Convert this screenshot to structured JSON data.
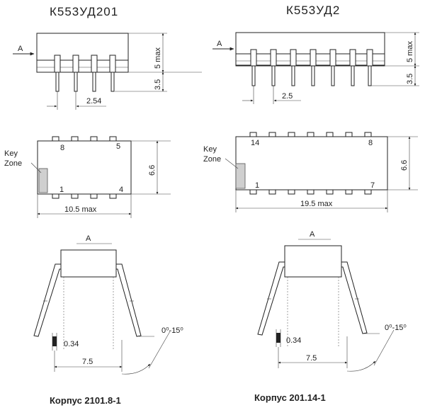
{
  "left": {
    "title": "К553УД201",
    "side": {
      "view_marker": "A",
      "body_height": "5 max",
      "lead_length": "3.5",
      "pitch": "2.54"
    },
    "top": {
      "key_label_line1": "Key",
      "key_label_line2": "Zone",
      "pin_top_left": "8",
      "pin_top_right": "5",
      "pin_bottom_left": "1",
      "pin_bottom_right": "4",
      "width": "6.6",
      "length": "10.5 max"
    },
    "end": {
      "view_marker": "A",
      "lead_thickness": "0.34",
      "row_spacing": "7.5",
      "angle": "0⁰-15⁰"
    },
    "caption": "Корпус 2101.8-1"
  },
  "right": {
    "title": "К553УД2",
    "side": {
      "view_marker": "A",
      "body_height": "5 max",
      "lead_length": "3.5",
      "pitch": "2.5"
    },
    "top": {
      "key_label_line1": "Key",
      "key_label_line2": "Zone",
      "pin_top_left": "14",
      "pin_top_right": "8",
      "pin_bottom_left": "1",
      "pin_bottom_right": "7",
      "width": "6.6",
      "length": "19.5 max"
    },
    "end": {
      "view_marker": "A",
      "lead_thickness": "0.34",
      "row_spacing": "7.5",
      "angle": "0⁰-15⁰"
    },
    "caption": "Корпус 201.14-1"
  }
}
